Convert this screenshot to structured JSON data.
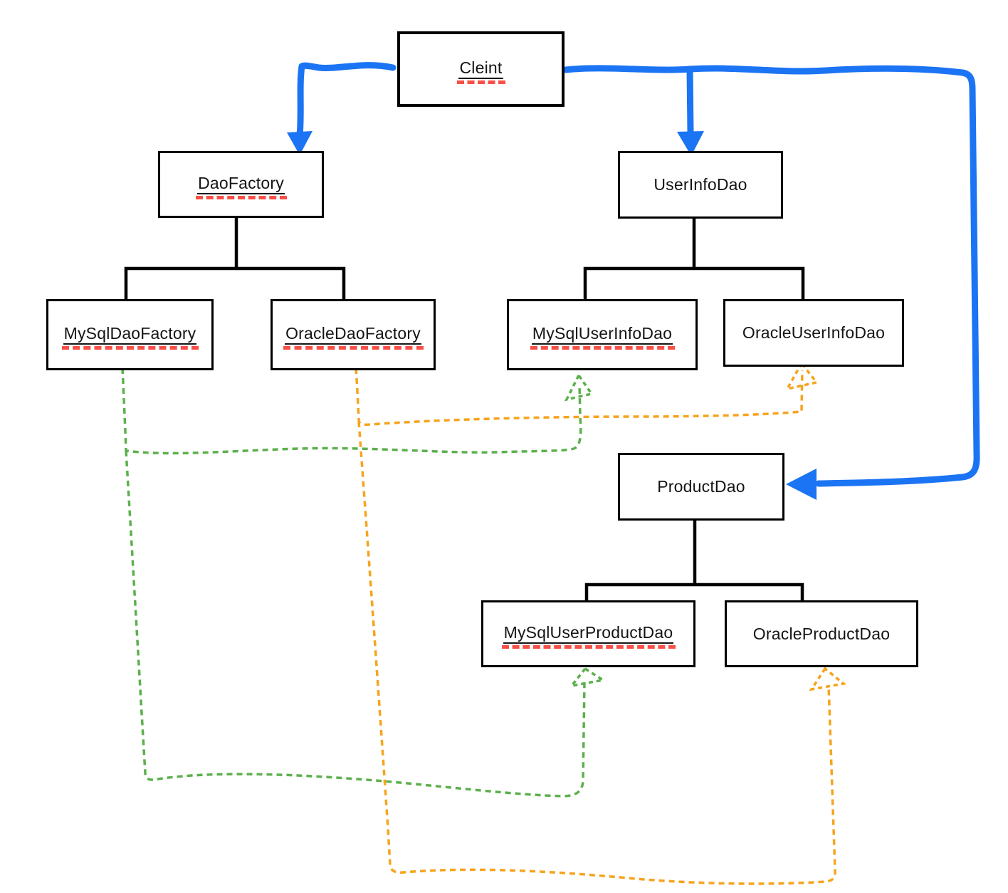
{
  "diagram": {
    "kind": "dao-factory-pattern-sketch",
    "nodes": {
      "client": {
        "label": "Cleint",
        "misspelled": true
      },
      "daoFactory": {
        "label": "DaoFactory",
        "misspelled": true
      },
      "userInfoDao": {
        "label": "UserInfoDao",
        "misspelled": false
      },
      "mySqlDaoFactory": {
        "label": "MySqlDaoFactory",
        "misspelled": true
      },
      "oracleDaoFactory": {
        "label": "OracleDaoFactory",
        "misspelled": true
      },
      "mySqlUserInfoDao": {
        "label": "MySqlUserInfoDao",
        "misspelled": true
      },
      "oracleUserInfoDao": {
        "label": "OracleUserInfoDao",
        "misspelled": false
      },
      "productDao": {
        "label": "ProductDao",
        "misspelled": false
      },
      "mySqlUserProductDao": {
        "label": "MySqlUserProductDao",
        "misspelled": true
      },
      "oracleProductDao": {
        "label": "OracleProductDao",
        "misspelled": false
      }
    },
    "edges": [
      {
        "from": "Cleint",
        "to": "DaoFactory",
        "style": "solid-blue-arrow"
      },
      {
        "from": "Cleint",
        "to": "UserInfoDao",
        "style": "solid-blue-arrow"
      },
      {
        "from": "Cleint",
        "to": "ProductDao",
        "style": "solid-blue-arrow"
      },
      {
        "from": "DaoFactory",
        "to": "MySqlDaoFactory",
        "style": "black-hierarchy-line"
      },
      {
        "from": "DaoFactory",
        "to": "OracleDaoFactory",
        "style": "black-hierarchy-line"
      },
      {
        "from": "UserInfoDao",
        "to": "MySqlUserInfoDao",
        "style": "black-hierarchy-line"
      },
      {
        "from": "UserInfoDao",
        "to": "OracleUserInfoDao",
        "style": "black-hierarchy-line"
      },
      {
        "from": "ProductDao",
        "to": "MySqlUserProductDao",
        "style": "black-hierarchy-line"
      },
      {
        "from": "ProductDao",
        "to": "OracleProductDao",
        "style": "black-hierarchy-line"
      },
      {
        "from": "MySqlDaoFactory",
        "to": "MySqlUserInfoDao",
        "style": "dashed-green-arrow"
      },
      {
        "from": "MySqlDaoFactory",
        "to": "MySqlUserProductDao",
        "style": "dashed-green-arrow"
      },
      {
        "from": "OracleDaoFactory",
        "to": "OracleUserInfoDao",
        "style": "dashed-orange-arrow"
      },
      {
        "from": "OracleDaoFactory",
        "to": "OracleProductDao",
        "style": "dashed-orange-arrow"
      }
    ],
    "colors": {
      "client_arrows": "#1b74f3",
      "mysql_links": "#5cb04c",
      "oracle_links": "#f6a41e",
      "spellcheck_underline": "#f94f46",
      "hierarchy_lines": "#000000",
      "box_border": "#000000",
      "background": "#ffffff"
    }
  }
}
